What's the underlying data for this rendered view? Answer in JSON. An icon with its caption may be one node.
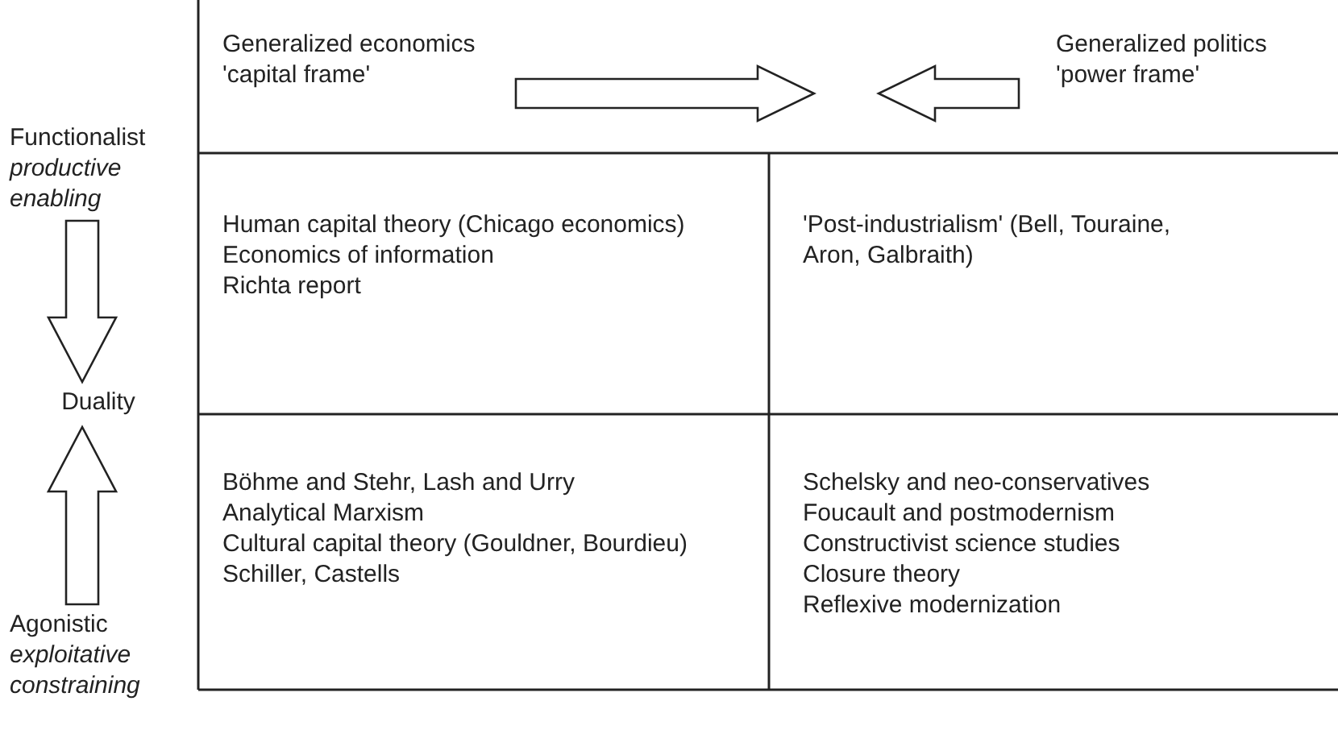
{
  "diagram": {
    "nodes": [
      {
        "text": [
          "Generalized economics 'capital frame'"
        ]
      },
      {
        "text": [
          "Generalized politics 'power frame'"
        ]
      },
      {
        "text": [
          "Functionalist",
          "productive enabling"
        ]
      },
      {
        "text": [
          "Duality"
        ]
      },
      {
        "text": [
          "Agonistic",
          "exploitative constraining"
        ]
      },
      {
        "text": [
          "Human capital theory (Chicago economics)",
          "Economics of information",
          "Richta report"
        ]
      },
      {
        "text": [
          "'Post-industrialism' (Bell, Touraine, Aron, Galbraith)"
        ]
      },
      {
        "text": [
          "Böhme and Stehr, Lash and Urry",
          "Analytical Marxism",
          "Cultural capital theory (Gouldner, Bourdieu)",
          "Schiller, Castells"
        ]
      },
      {
        "text": [
          "Schelsky and neo-conservatives",
          "Foucault and postmodernism",
          "Constructivist science studies",
          "Closure theory",
          "Reflexive modernization"
        ]
      }
    ],
    "edges": [
      {
        "from": 0,
        "to": null,
        "arrow": "to"
      },
      {
        "from": 1,
        "to": null,
        "arrow": "to"
      },
      {
        "from": 2,
        "to": 3,
        "arrow": "to"
      },
      {
        "from": 4,
        "to": 3,
        "arrow": "to"
      }
    ]
  }
}
